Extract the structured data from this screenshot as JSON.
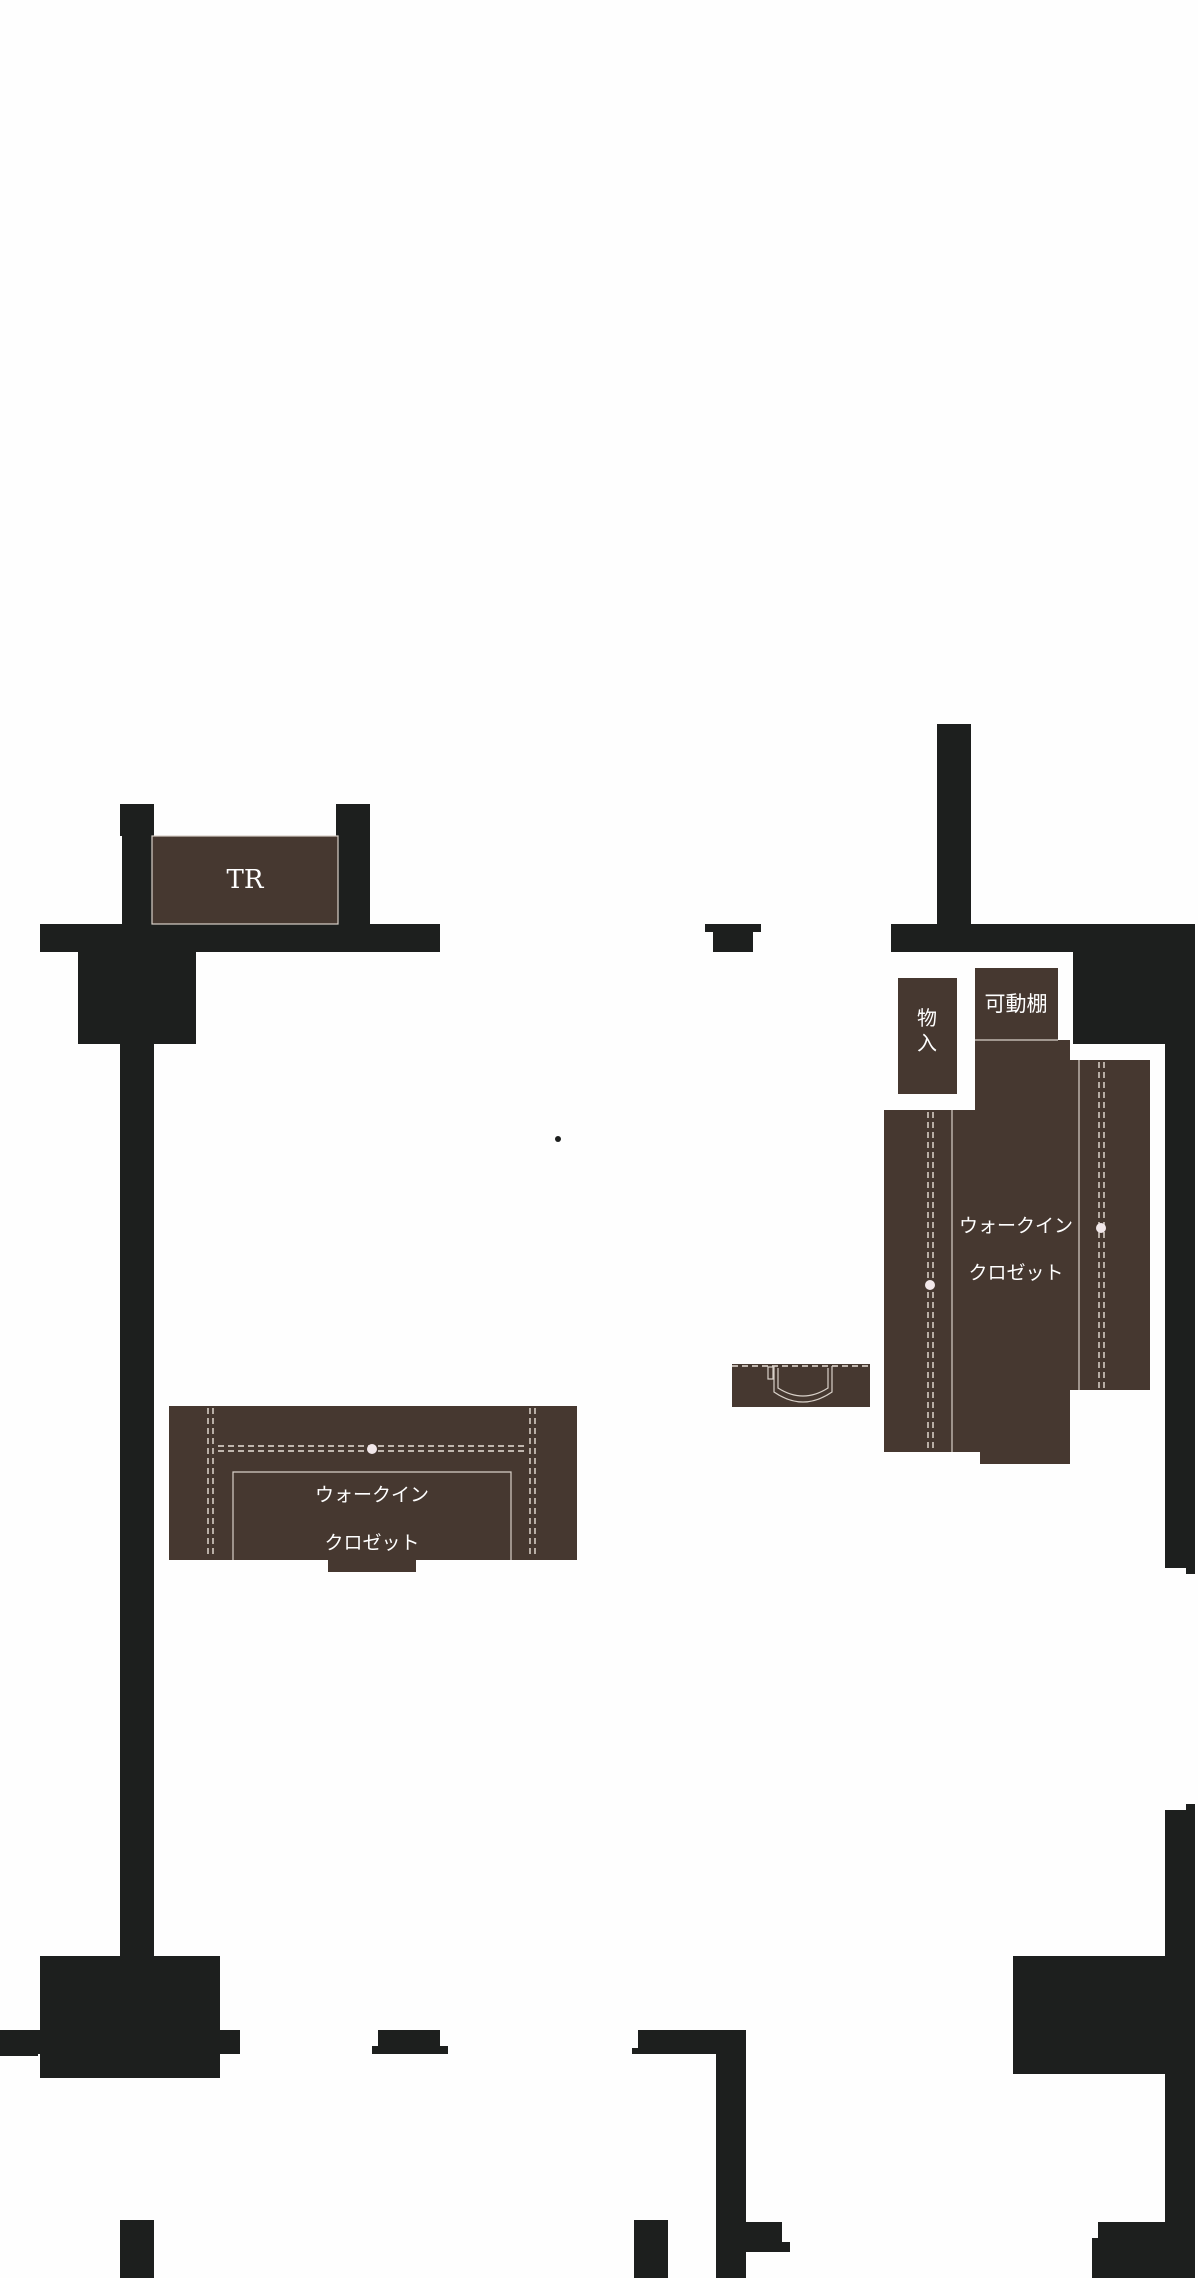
{
  "rooms": {
    "toilet": {
      "label": "TR"
    },
    "storage": {
      "label_line1": "物",
      "label_line2": "入"
    },
    "adjustable_shelf": {
      "label": "可動棚"
    },
    "walk_in_closet_right": {
      "label_line1": "ウォークイン",
      "label_line2": "クロゼット"
    },
    "walk_in_closet_left": {
      "label_line1": "ウォークイン",
      "label_line2": "クロゼット"
    }
  },
  "colors": {
    "wall": "#1d1f1e",
    "room_fill": "#463830",
    "background": "#fefefe",
    "label": "#ffffff"
  }
}
